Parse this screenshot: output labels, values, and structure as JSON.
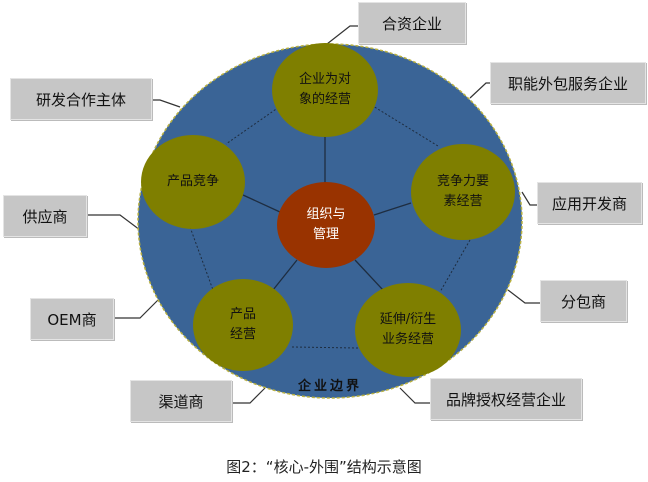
{
  "colors": {
    "outer": "#3a6496",
    "node": "#7f7f00",
    "core": "#993300",
    "box": "#c6c6c6"
  },
  "core": {
    "label": "组织与\n管理"
  },
  "nodes": [
    {
      "label": "企业为对\n象的经营"
    },
    {
      "label": "产品竞争"
    },
    {
      "label": "竞争力要\n素经营"
    },
    {
      "label": "产品\n经营"
    },
    {
      "label": "延伸/衍生\n业务经营"
    }
  ],
  "boundary_label": "企业边界",
  "partners": [
    "合资企业",
    "研发合作主体",
    "职能外包服务企业",
    "供应商",
    "应用开发商",
    "OEM商",
    "分包商",
    "渠道商",
    "品牌授权经营企业"
  ],
  "caption": "图2：“核心-外围”结构示意图"
}
